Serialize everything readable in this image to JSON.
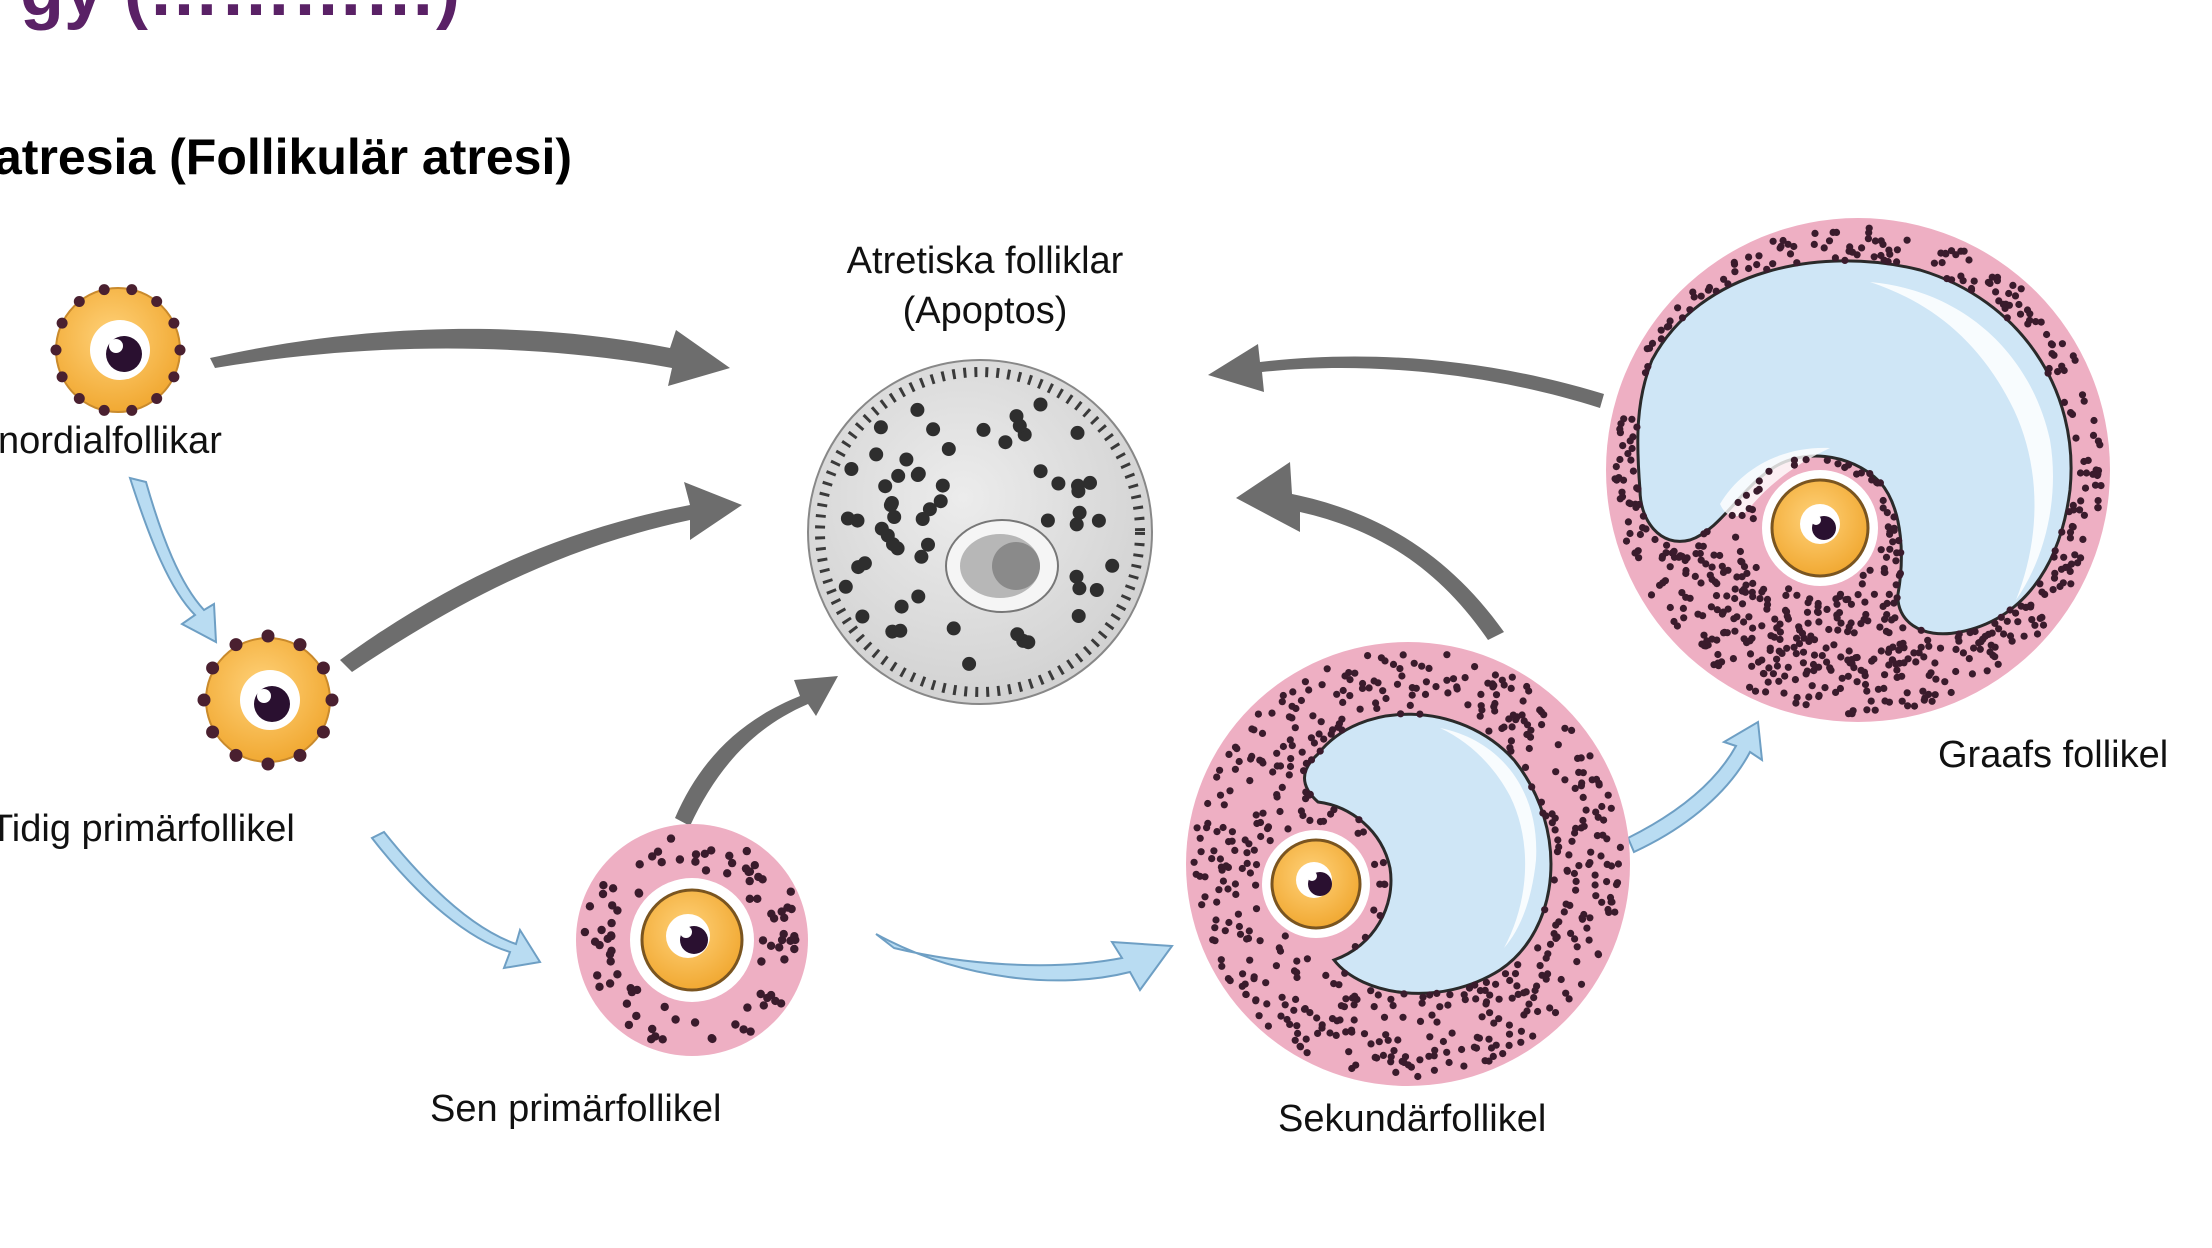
{
  "slide": {
    "top_title": "gy (…………)",
    "heading": "atresia (Follikulär atresi)"
  },
  "labels": {
    "atretic_line1": "Atretiska folliklar",
    "atretic_line2": "(Apoptos)",
    "primordial": "nordialfollikar",
    "early_primary": "Tidig primärfollikel",
    "late_primary": "Sen primärfollikel",
    "secondary": "Sekundärfollikel",
    "graafian": "Graafs follikel"
  },
  "colors": {
    "title_purple": "#5a2166",
    "oocyte_yellow": "#f6b648",
    "granulosa_pink": "#eeafc3",
    "antrum_blue": "#cfe6f6",
    "dot_dark": "#3a1b2c",
    "arrow_gray": "#6b6b6b",
    "arrow_blue": "#b9dcf2",
    "atretic_gray": "#dedede"
  }
}
